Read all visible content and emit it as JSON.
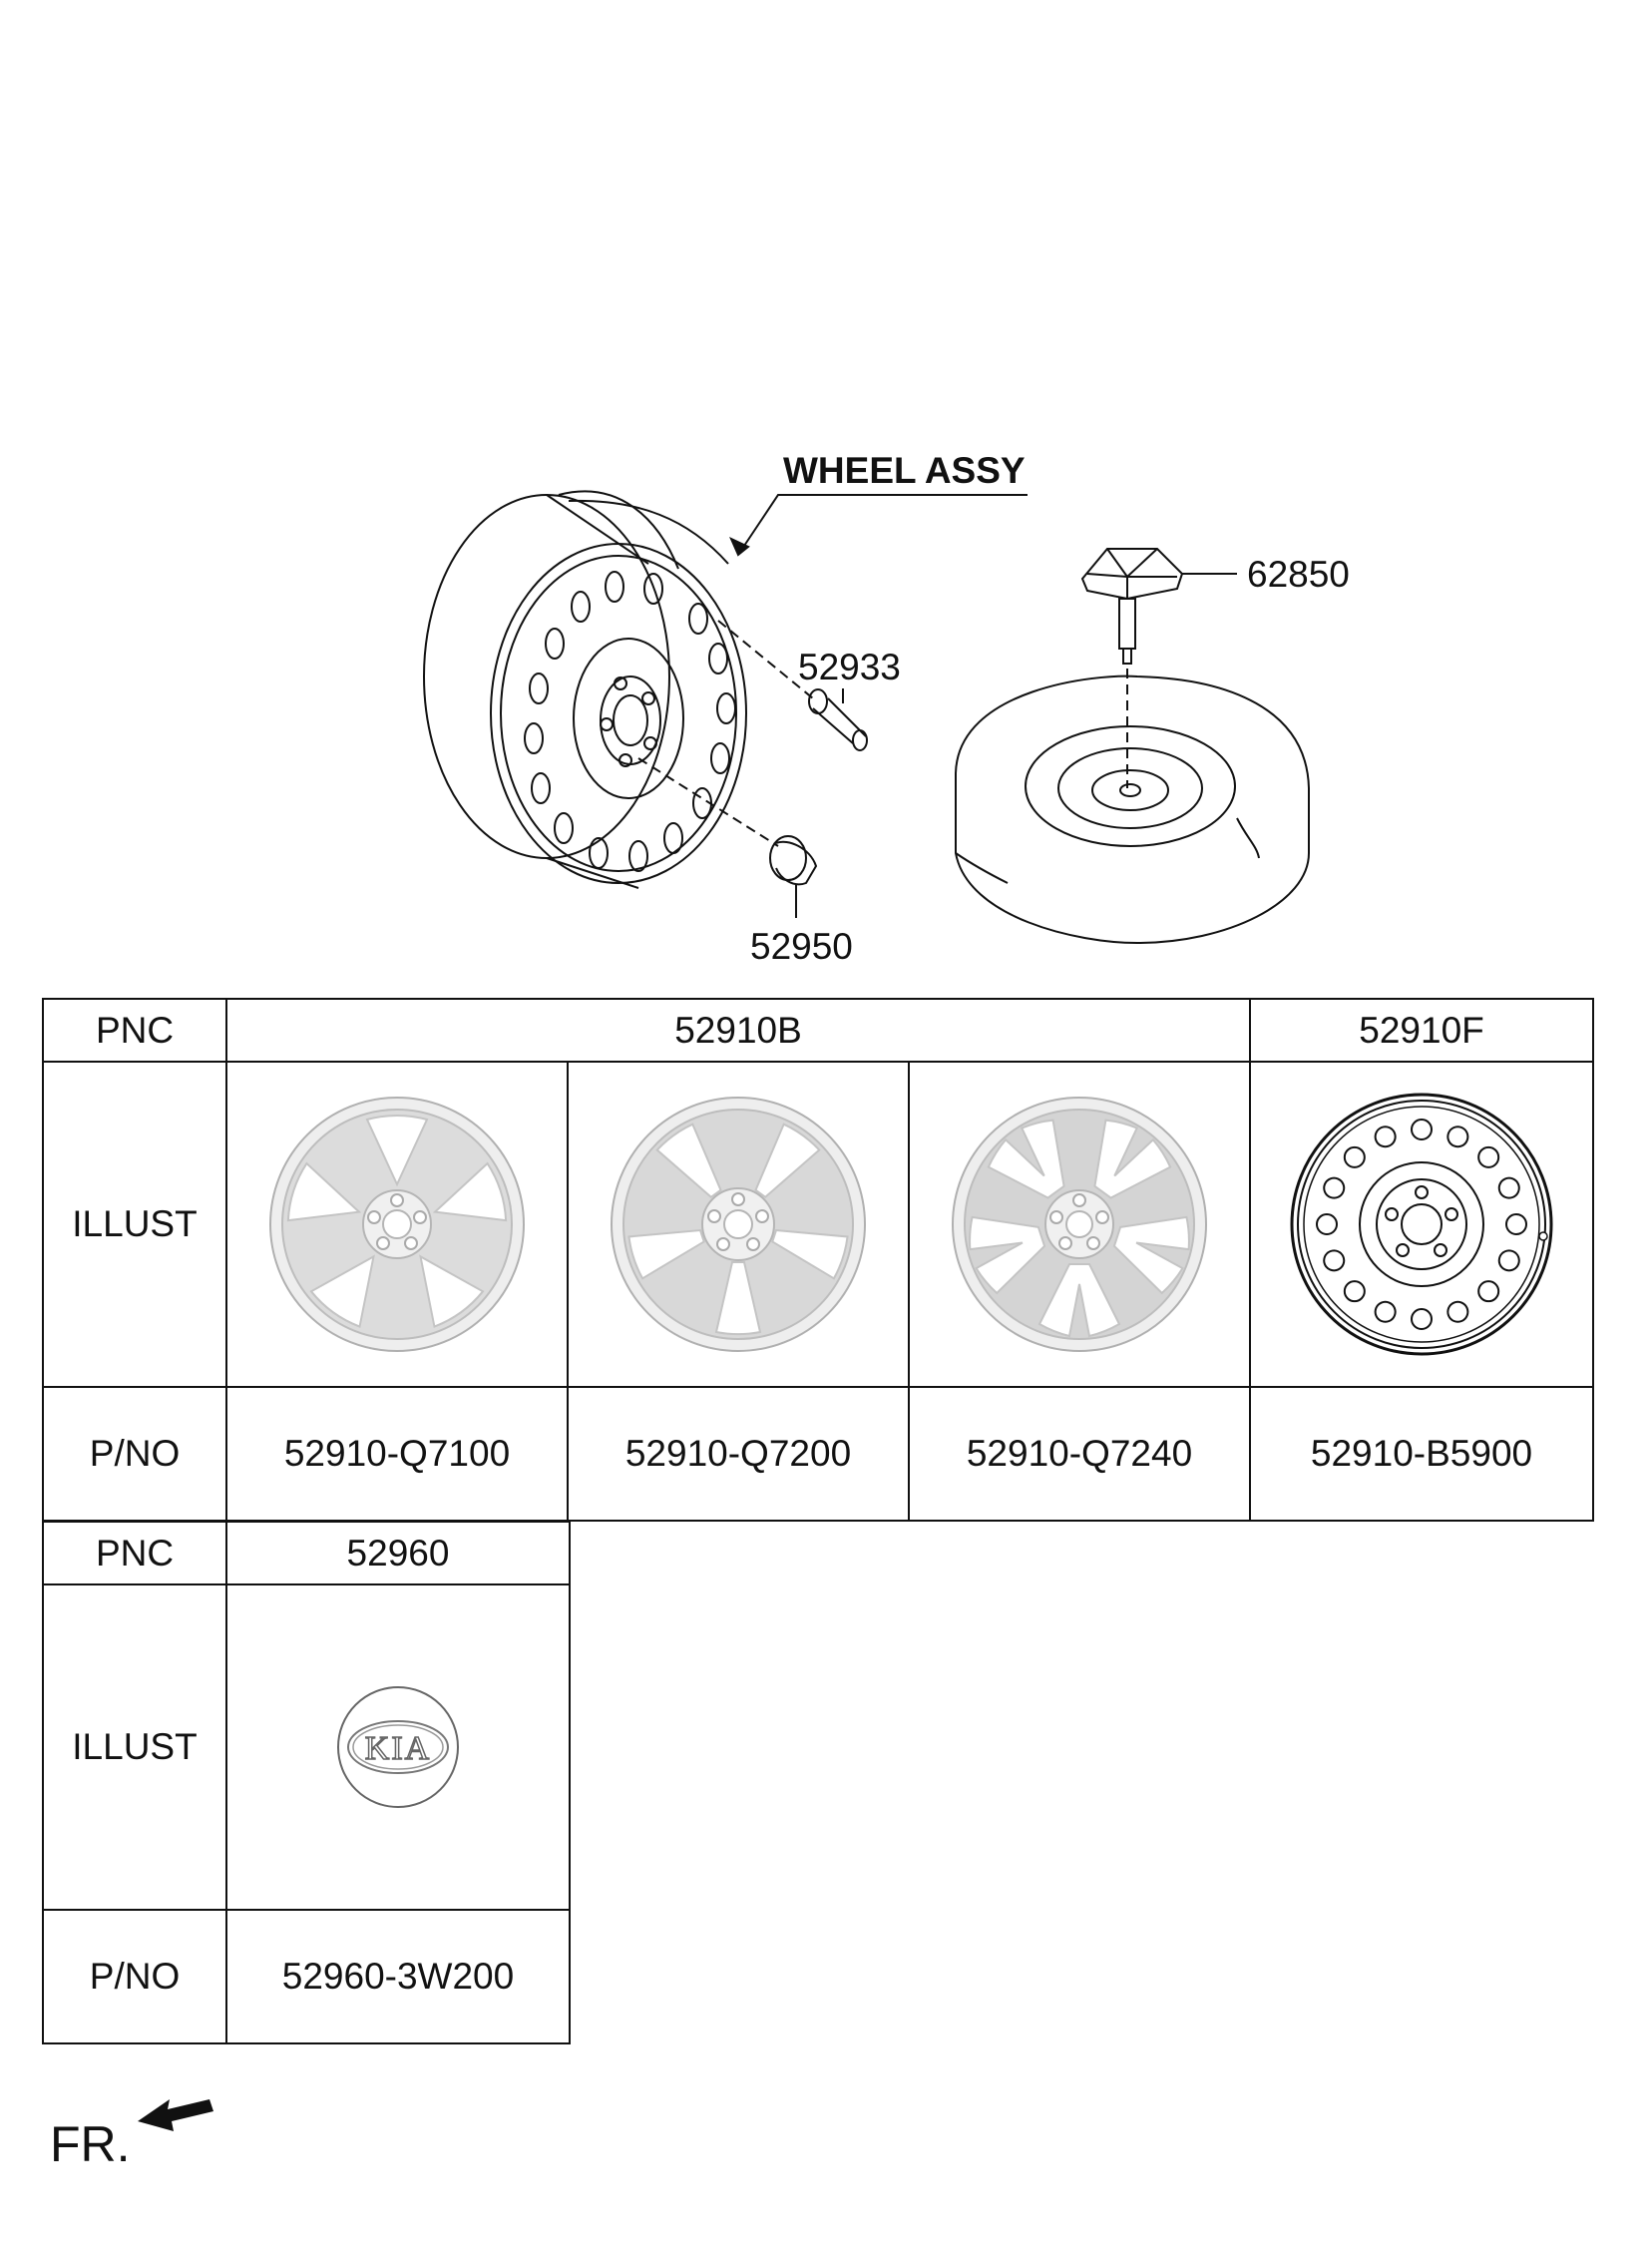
{
  "diagram": {
    "assembly_label": "WHEEL ASSY",
    "callouts": {
      "valve": "52933",
      "nut": "52950",
      "spare_holder": "62850"
    }
  },
  "table1": {
    "row_labels": {
      "pnc": "PNC",
      "illust": "ILLUST",
      "pno": "P/NO"
    },
    "pnc_groups": [
      "52910B",
      "52910F"
    ],
    "part_numbers": [
      "52910-Q7100",
      "52910-Q7200",
      "52910-Q7240",
      "52910-B5900"
    ]
  },
  "table2": {
    "row_labels": {
      "pnc": "PNC",
      "illust": "ILLUST",
      "pno": "P/NO"
    },
    "pnc": "52960",
    "emblem_text": "KIA",
    "part_number": "52960-3W200"
  },
  "direction": {
    "front_label": "FR."
  }
}
